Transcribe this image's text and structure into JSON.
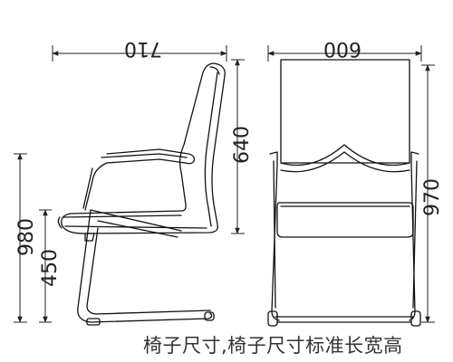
{
  "drawing": {
    "dimensions": {
      "side_width": "710",
      "front_width": "600",
      "back_height": "640",
      "total_height": "980",
      "seat_height": "450",
      "front_total_height": "970"
    },
    "caption": "椅子尺寸,椅子尺寸标准长宽高"
  }
}
